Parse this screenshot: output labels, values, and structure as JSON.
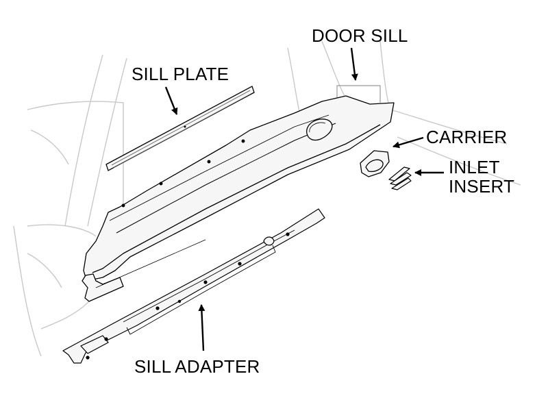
{
  "labels": {
    "sill_plate": "SILL PLATE",
    "door_sill": "DOOR SILL",
    "carrier": "CARRIER",
    "inlet_insert_line1": "INLET",
    "inlet_insert_line2": "INSERT",
    "sill_adapter": "SILL ADAPTER"
  },
  "colors": {
    "line": "#000000",
    "ghost": "#c8c8c8",
    "part_fill": "#f6f6f6"
  }
}
